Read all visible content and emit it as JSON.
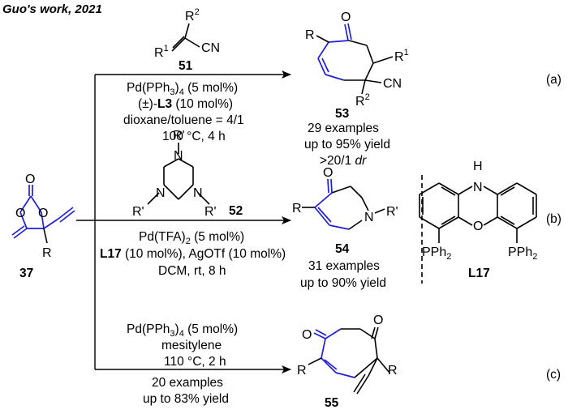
{
  "title": "Guo's work, 2021",
  "substrate": {
    "label": "37",
    "r": "R"
  },
  "reaction_a": {
    "tag": "(a)",
    "reagent_label": "51",
    "reagent_r1": "R",
    "reagent_r1_sup": "1",
    "reagent_r2": "R",
    "reagent_r2_sup": "2",
    "reagent_cn": "CN",
    "cond1_pre": "Pd(PPh",
    "cond1_sub": "3",
    "cond1_mid": ")",
    "cond1_sub2": "4",
    "cond1_post": " (5 mol%)",
    "cond2_pre": "(±)-",
    "cond2_bold": "L3",
    "cond2_post": " (10 mol%)",
    "cond3": "dioxane/toluene = 4/1",
    "cond4": "100 °C, 4 h",
    "product_label": "53",
    "product_r": "R",
    "product_r1": "R",
    "product_r1_sup": "1",
    "product_r2": "R",
    "product_r2_sup": "2",
    "product_cn": "CN",
    "product_o": "O",
    "res1": "29 examples",
    "res2": "up to 95% yield",
    "res3_pre": ">20/1 ",
    "res3_it": "dr"
  },
  "reaction_b": {
    "tag": "(b)",
    "reagent_label": "52",
    "reagent_rp": "R'",
    "reagent_n": "N",
    "cond1_pre": "Pd(TFA)",
    "cond1_sub": "2",
    "cond1_post": " (5 mol%)",
    "cond2_bold": "L17",
    "cond2_post": " (10 mol%), AgOTf (10 mol%)",
    "cond3": "DCM, rt, 8 h",
    "product_label": "54",
    "product_o": "O",
    "product_r": "R",
    "product_n": "N",
    "product_rp": "R'",
    "res1": "31 examples",
    "res2": "up to 90% yield",
    "ligand_label": "L17",
    "ligand_h": "H",
    "ligand_n": "N",
    "ligand_o": "O",
    "ligand_pph2": "PPh",
    "ligand_pph2_sub": "2"
  },
  "reaction_c": {
    "tag": "(c)",
    "cond1_pre": "Pd(PPh",
    "cond1_sub": "3",
    "cond1_mid": ")",
    "cond1_sub2": "4",
    "cond1_post": " (5 mol%)",
    "cond2": "mesitylene",
    "cond3": "110 °C, 2 h",
    "res1": "20 examples",
    "res2": "up to 83% yield",
    "product_label": "55",
    "product_o": "O",
    "product_r": "R"
  }
}
